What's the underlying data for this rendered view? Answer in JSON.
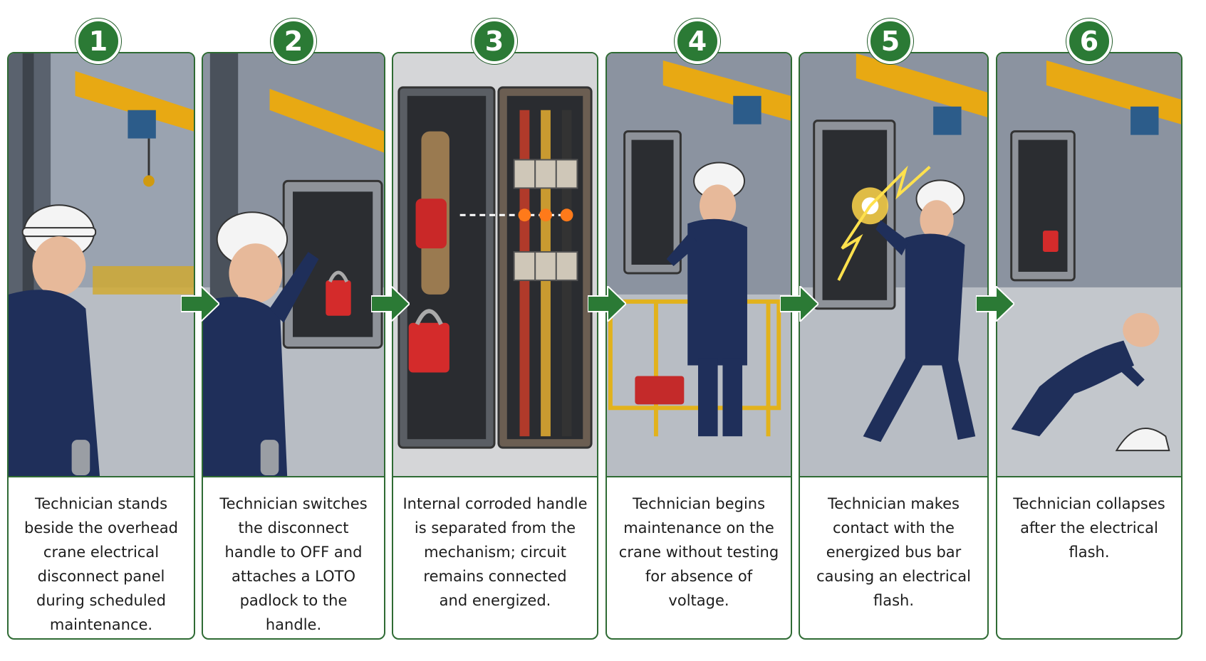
{
  "accent_color": "#2b7a35",
  "steps": [
    {
      "number": "1",
      "caption": "Technician stands\nbeside the overhead\ncrane electrical\ndisconnect panel\nduring scheduled\nmaintenance."
    },
    {
      "number": "2",
      "caption": "Technician switches\nthe disconnect\nhandle to OFF and\nattaches a LOTO\npadlock to the handle."
    },
    {
      "number": "3",
      "caption": "Internal corroded handle\nis separated from the\nmechanism; circuit\nremains connected\nand energized."
    },
    {
      "number": "4",
      "caption": "Technician begins\nmaintenance on the\ncrane without testing\nfor absence of voltage."
    },
    {
      "number": "5",
      "caption": "Technician makes\ncontact with the\nenergized bus bar\ncausing an electrical\nflash."
    },
    {
      "number": "6",
      "caption": "Technician collapses\nafter the electrical\nflash."
    }
  ],
  "icons": [
    "arrow-right-icon",
    "padlock-icon",
    "hard-hat-icon",
    "spark-icon"
  ]
}
